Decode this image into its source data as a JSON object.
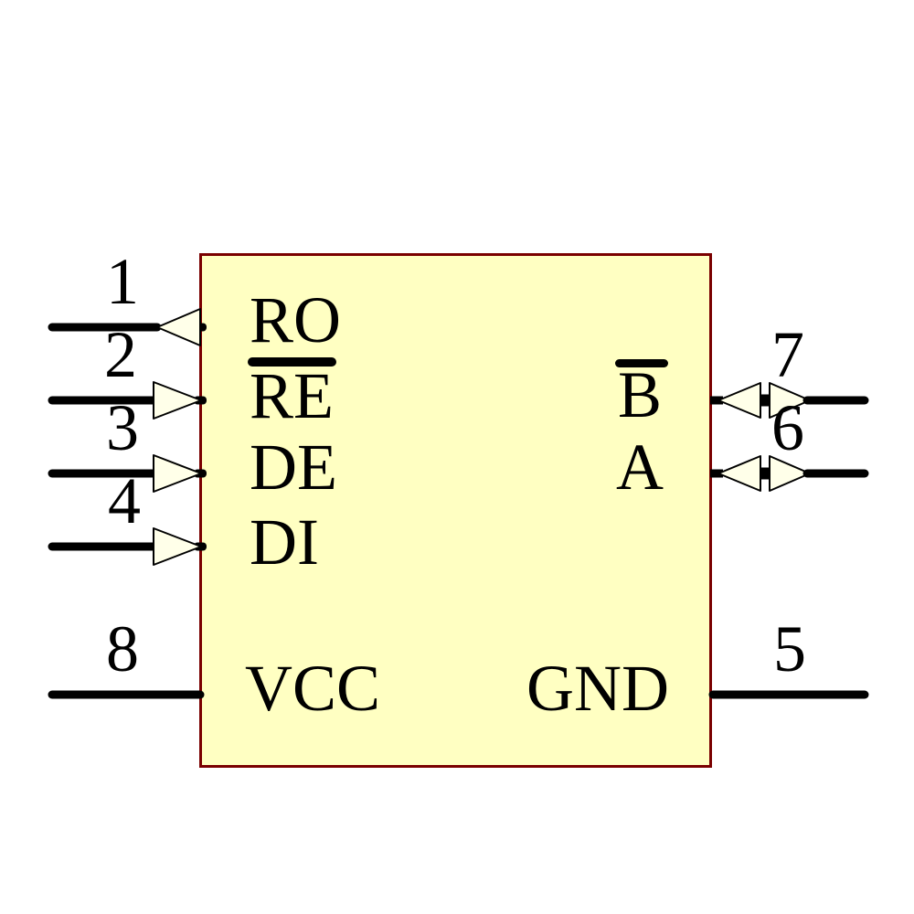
{
  "canvas": {
    "background": "#FFFFFF"
  },
  "component": {
    "kind": "schematic-symbol",
    "body": {
      "fill": "#FFFFC2",
      "border_color": "#7A0000"
    },
    "wire_color": "#000000",
    "arrow_fill": "#FFFFE9",
    "arrow_stroke": "#000000",
    "pins": [
      {
        "number": "1",
        "name": "RO",
        "side": "left",
        "direction": "output",
        "overline": false
      },
      {
        "number": "2",
        "name": "RE",
        "side": "left",
        "direction": "input",
        "overline": true
      },
      {
        "number": "3",
        "name": "DE",
        "side": "left",
        "direction": "input",
        "overline": false
      },
      {
        "number": "4",
        "name": "DI",
        "side": "left",
        "direction": "input",
        "overline": false
      },
      {
        "number": "8",
        "name": "VCC",
        "side": "left",
        "direction": "power",
        "overline": false
      },
      {
        "number": "7",
        "name": "B",
        "side": "right",
        "direction": "bidirectional",
        "overline": true
      },
      {
        "number": "6",
        "name": "A",
        "side": "right",
        "direction": "bidirectional",
        "overline": false
      },
      {
        "number": "5",
        "name": "GND",
        "side": "right",
        "direction": "power",
        "overline": false
      }
    ]
  }
}
